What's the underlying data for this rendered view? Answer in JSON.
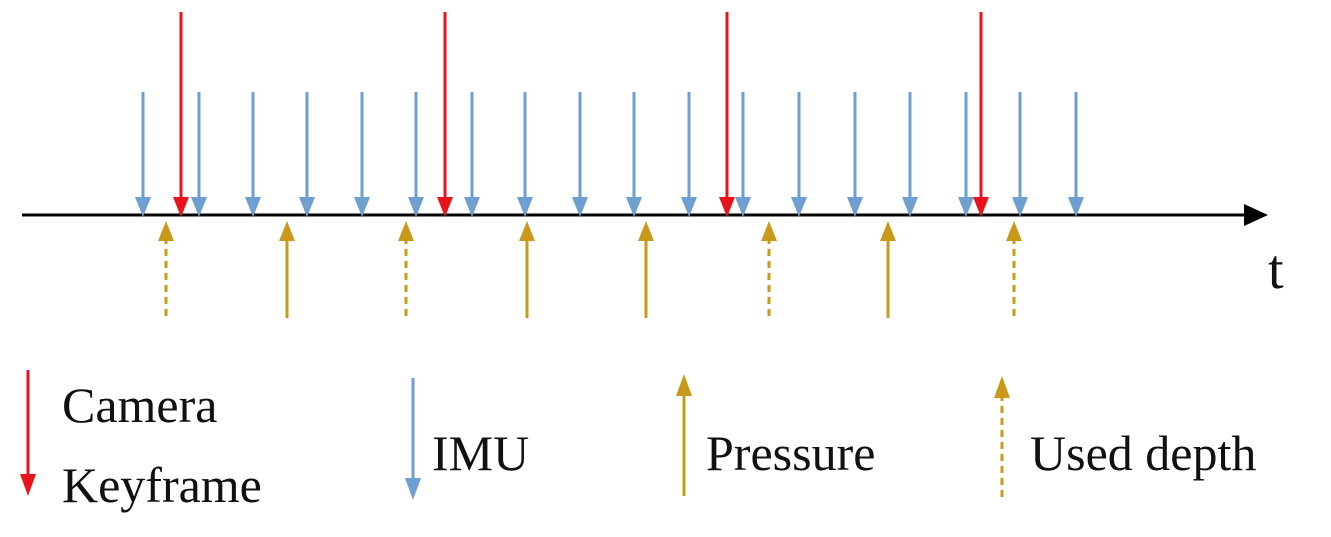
{
  "axis": {
    "label": "t"
  },
  "legend": {
    "camera_line1": "Camera",
    "camera_line2": "Keyframe",
    "imu": "IMU",
    "pressure": "Pressure",
    "used_depth": "Used depth"
  },
  "colors": {
    "camera": "#e8141c",
    "imu": "#6e9fd0",
    "pressure": "#c99a1a",
    "axis": "#000000"
  },
  "icons": {
    "camera": "red-down-arrow-icon",
    "imu": "blue-down-arrow-icon",
    "pressure": "gold-up-arrow-icon",
    "used_depth": "gold-dashed-up-arrow-icon"
  },
  "sensor_counts": {
    "camera_keyframes": 4,
    "imu_samples": 18,
    "pressure_samples": 8,
    "used_depth_samples": 4
  }
}
